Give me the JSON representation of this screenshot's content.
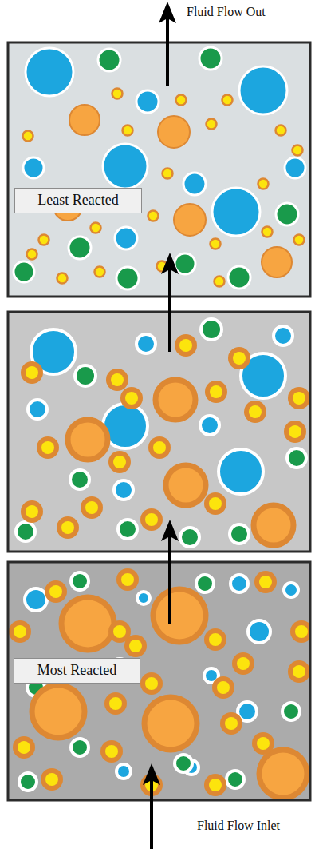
{
  "diagram": {
    "nodes": [
      {
        "text": [
          "Least Reacted"
        ]
      },
      {
        "text": [
          "Most Reacted"
        ]
      }
    ],
    "labels": [
      "Fluid Flow Out",
      "Fluid Flow Inlet"
    ]
  }
}
